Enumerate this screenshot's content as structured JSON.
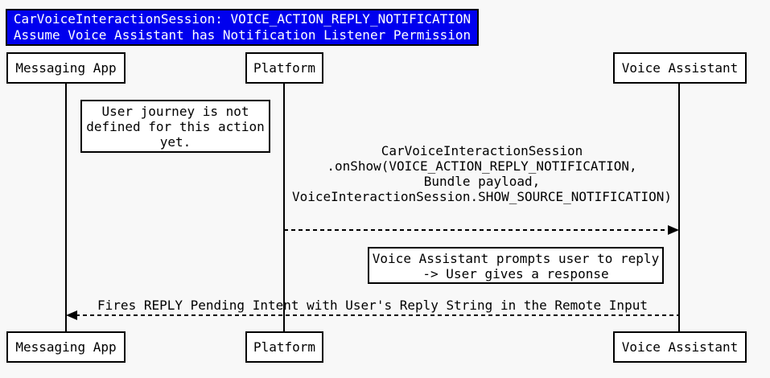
{
  "diagram": {
    "type": "sequence-diagram",
    "colors": {
      "background": "#f8f8f8",
      "title_background": "#0000ee",
      "title_text": "#ffffff",
      "box_background": "#ffffff",
      "line": "#000000"
    },
    "title": {
      "line1": "CarVoiceInteractionSession: VOICE_ACTION_REPLY_NOTIFICATION",
      "line2": "Assume Voice Assistant has Notification Listener Permission"
    },
    "actors": [
      {
        "label": "Messaging App"
      },
      {
        "label": "Platform"
      },
      {
        "label": "Voice Assistant"
      }
    ],
    "notes": [
      {
        "lines": [
          "User journey is not",
          "defined for this action",
          "yet."
        ]
      },
      {
        "lines": [
          "Voice Assistant prompts user to reply",
          "-> User gives a response"
        ]
      }
    ],
    "messages": [
      {
        "from": "Platform",
        "to": "Voice Assistant",
        "direction": "right",
        "line_style": "dashed",
        "lines": [
          "CarVoiceInteractionSession",
          ".onShow(VOICE_ACTION_REPLY_NOTIFICATION,",
          "Bundle payload,",
          "VoiceInteractionSession.SHOW_SOURCE_NOTIFICATION)"
        ]
      },
      {
        "from": "Voice Assistant",
        "to": "Messaging App",
        "direction": "left",
        "line_style": "dashed",
        "lines": [
          "Fires REPLY Pending Intent with User's Reply String in the Remote Input"
        ]
      }
    ]
  }
}
